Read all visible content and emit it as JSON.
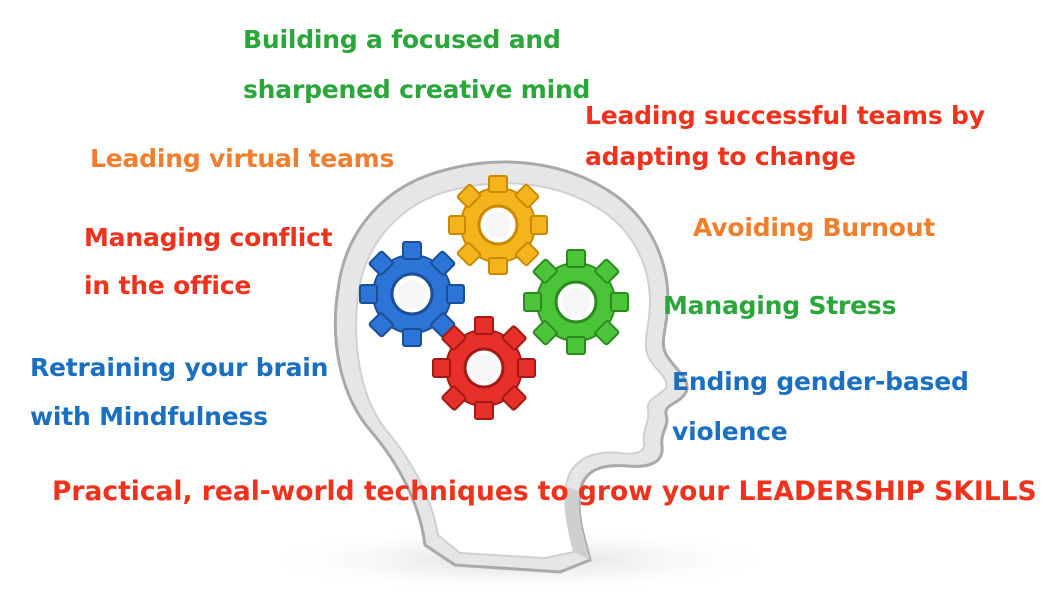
{
  "topics": {
    "focused_mind_line1": "Building a focused and",
    "focused_mind_line2": "sharpened creative mind",
    "teams_change_line1": "Leading successful teams by",
    "teams_change_line2": "adapting to change",
    "virtual_teams": "Leading virtual teams",
    "burnout": "Avoiding Burnout",
    "conflict_line1": "Managing conflict",
    "conflict_line2": "in the office",
    "stress": "Managing Stress",
    "mindfulness_line1": "Retraining your brain",
    "mindfulness_line2": "with Mindfulness",
    "gender_violence_line1": "Ending gender-based",
    "gender_violence_line2": "violence"
  },
  "tagline": {
    "prefix": "Practical, real-world techniques to grow your ",
    "emphasis": "LEADERSHIP SKILLS"
  },
  "colors": {
    "green": "#2aa63a",
    "orange": "#f07e2c",
    "red": "#f0311b",
    "blue": "#1a6fc0",
    "gear_yellow": "#f4b51c",
    "gear_blue": "#2c74d6",
    "gear_green": "#4cc43a",
    "gear_red": "#e8302a"
  },
  "icons": [
    "head-profile-icon",
    "gear-icon"
  ]
}
